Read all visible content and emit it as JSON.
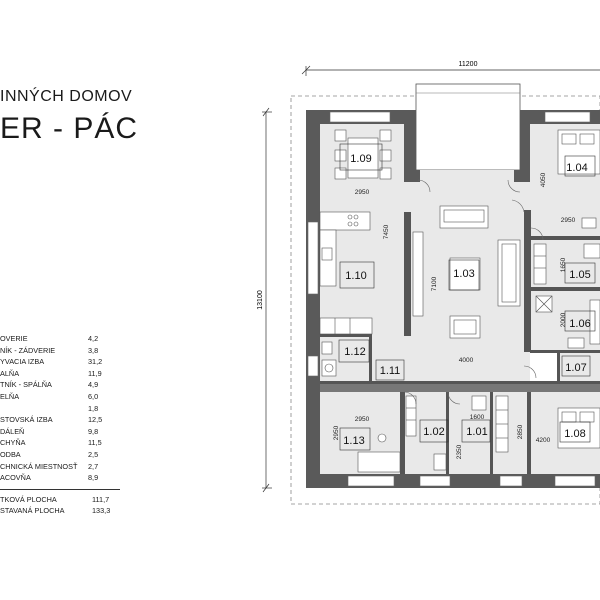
{
  "heading": {
    "subtitle": "INNÝCH DOMOV",
    "title": "ER - PÁC"
  },
  "rooms": [
    {
      "label": "OVERIE",
      "value": "4,2"
    },
    {
      "label": "NÍK - ZÁDVERIE",
      "value": "3,8"
    },
    {
      "label": "YVACIA IZBA",
      "value": "31,2"
    },
    {
      "label": "ALŇA",
      "value": "11,9"
    },
    {
      "label": "TNÍK - SPÁLŇA",
      "value": "4,9"
    },
    {
      "label": "ELŇA",
      "value": "6,0"
    },
    {
      "label": "",
      "value": "1,8"
    },
    {
      "label": "STOVSKÁ IZBA",
      "value": "12,5"
    },
    {
      "label": "DÁLEŇ",
      "value": "9,8"
    },
    {
      "label": "CHYŇA",
      "value": "11,5"
    },
    {
      "label": "ODBA",
      "value": "2,5"
    },
    {
      "label": "CHNICKÁ MIESTNOSŤ",
      "value": "2,7"
    },
    {
      "label": "ACOVŇA",
      "value": "8,9"
    }
  ],
  "totals": [
    {
      "label": "TKOVÁ PLOCHA",
      "value": "111,7"
    },
    {
      "label": "STAVANÁ PLOCHA",
      "value": "133,3"
    }
  ],
  "plan": {
    "overall_width": "11200",
    "overall_depth": "13100",
    "room_labels": {
      "r109": "1.09",
      "r110": "1.10",
      "r112": "1.12",
      "r111": "1.11",
      "r103": "1.03",
      "r104": "1.04",
      "r105": "1.05",
      "r106": "1.06",
      "r107": "1.07",
      "r108": "1.08",
      "r113": "1.13",
      "r102": "1.02",
      "r101": "1.01"
    },
    "dims": {
      "d2950a": "2950",
      "d7450": "7450",
      "d7100": "7100",
      "d4000": "4000",
      "d4050": "4050",
      "d2950b": "2950",
      "d1650": "1650",
      "d2000": "2000",
      "d2950c": "2950",
      "d2950d": "2950",
      "d1600": "1600",
      "d2350": "2350",
      "d2850": "2850",
      "d4200": "4200"
    }
  }
}
